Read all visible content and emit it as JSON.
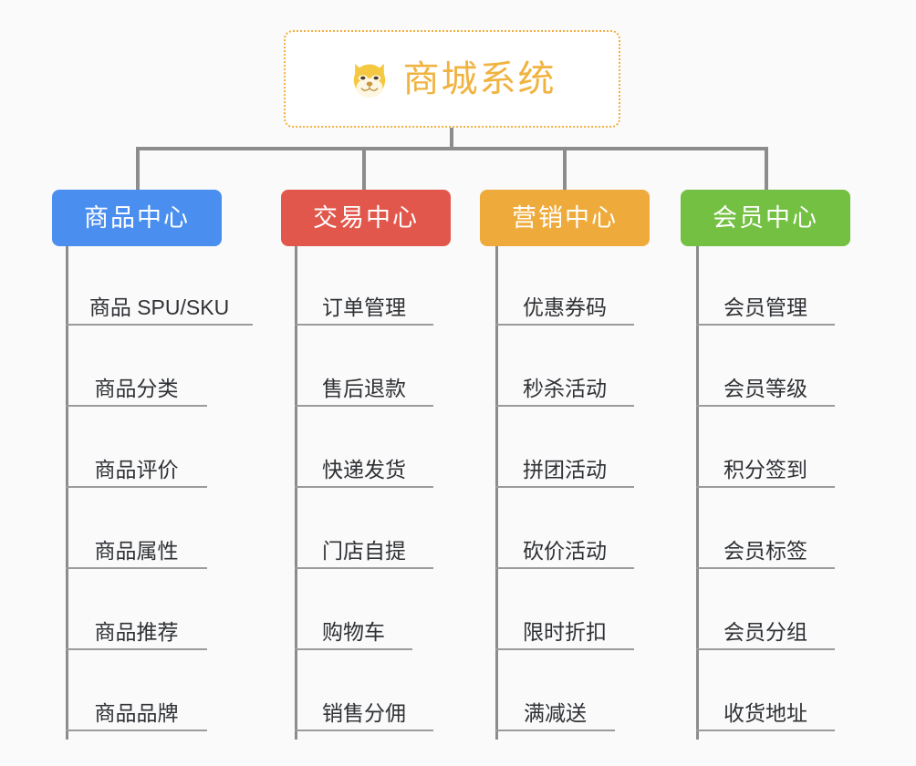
{
  "background_color": "#fafafa",
  "root": {
    "label": "商城系统",
    "icon": "shiba-dog-icon",
    "text_color": "#f0b340",
    "border_color": "#f0b040",
    "background_color": "#ffffff"
  },
  "connector_color": "#8c8c8c",
  "leaf_underline_color": "#9b9b9b",
  "leaf_text_color": "#2f3135",
  "branches": [
    {
      "id": "product-center",
      "label": "商品中心",
      "color": "#4a8ef0",
      "leaves": [
        "商品 SPU/SKU",
        "商品分类",
        "商品评价",
        "商品属性",
        "商品推荐",
        "商品品牌"
      ]
    },
    {
      "id": "trade-center",
      "label": "交易中心",
      "color": "#e2574c",
      "leaves": [
        "订单管理",
        "售后退款",
        "快递发货",
        "门店自提",
        "购物车",
        "销售分佣"
      ]
    },
    {
      "id": "marketing-center",
      "label": "营销中心",
      "color": "#eeab3c",
      "leaves": [
        "优惠券码",
        "秒杀活动",
        "拼团活动",
        "砍价活动",
        "限时折扣",
        "满减送"
      ]
    },
    {
      "id": "member-center",
      "label": "会员中心",
      "color": "#74c043",
      "leaves": [
        "会员管理",
        "会员等级",
        "积分签到",
        "会员标签",
        "会员分组",
        "收货地址"
      ]
    }
  ]
}
